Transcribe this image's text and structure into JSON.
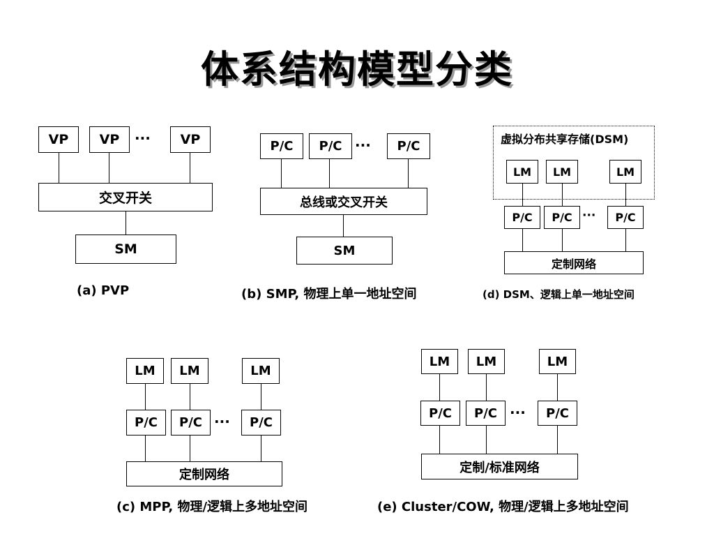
{
  "title": "体系结构模型分类",
  "diagram_a": {
    "processors": [
      "VP",
      "VP",
      "VP"
    ],
    "dots": "···",
    "switch": "交叉开关",
    "memory": "SM",
    "caption": "(a) PVP"
  },
  "diagram_b": {
    "processors": [
      "P/C",
      "P/C",
      "P/C"
    ],
    "dots": "···",
    "bus": "总线或交叉开关",
    "memory": "SM",
    "caption": "(b) SMP, 物理上单一地址空间"
  },
  "diagram_d": {
    "dsm_label": "虚拟分布共享存储(DSM)",
    "memories": [
      "LM",
      "LM",
      "LM"
    ],
    "processors": [
      "P/C",
      "P/C",
      "P/C"
    ],
    "dots": "···",
    "network": "定制网络",
    "caption": "(d) DSM、逻辑上单一地址空间"
  },
  "diagram_c": {
    "memories": [
      "LM",
      "LM",
      "LM"
    ],
    "processors": [
      "P/C",
      "P/C",
      "P/C"
    ],
    "dots": "···",
    "network": "定制网络",
    "caption": "(c) MPP, 物理/逻辑上多地址空间"
  },
  "diagram_e": {
    "memories": [
      "LM",
      "LM",
      "LM"
    ],
    "processors": [
      "P/C",
      "P/C",
      "P/C"
    ],
    "dots": "···",
    "network": "定制/标准网络",
    "caption": "(e) Cluster/COW, 物理/逻辑上多地址空间"
  }
}
